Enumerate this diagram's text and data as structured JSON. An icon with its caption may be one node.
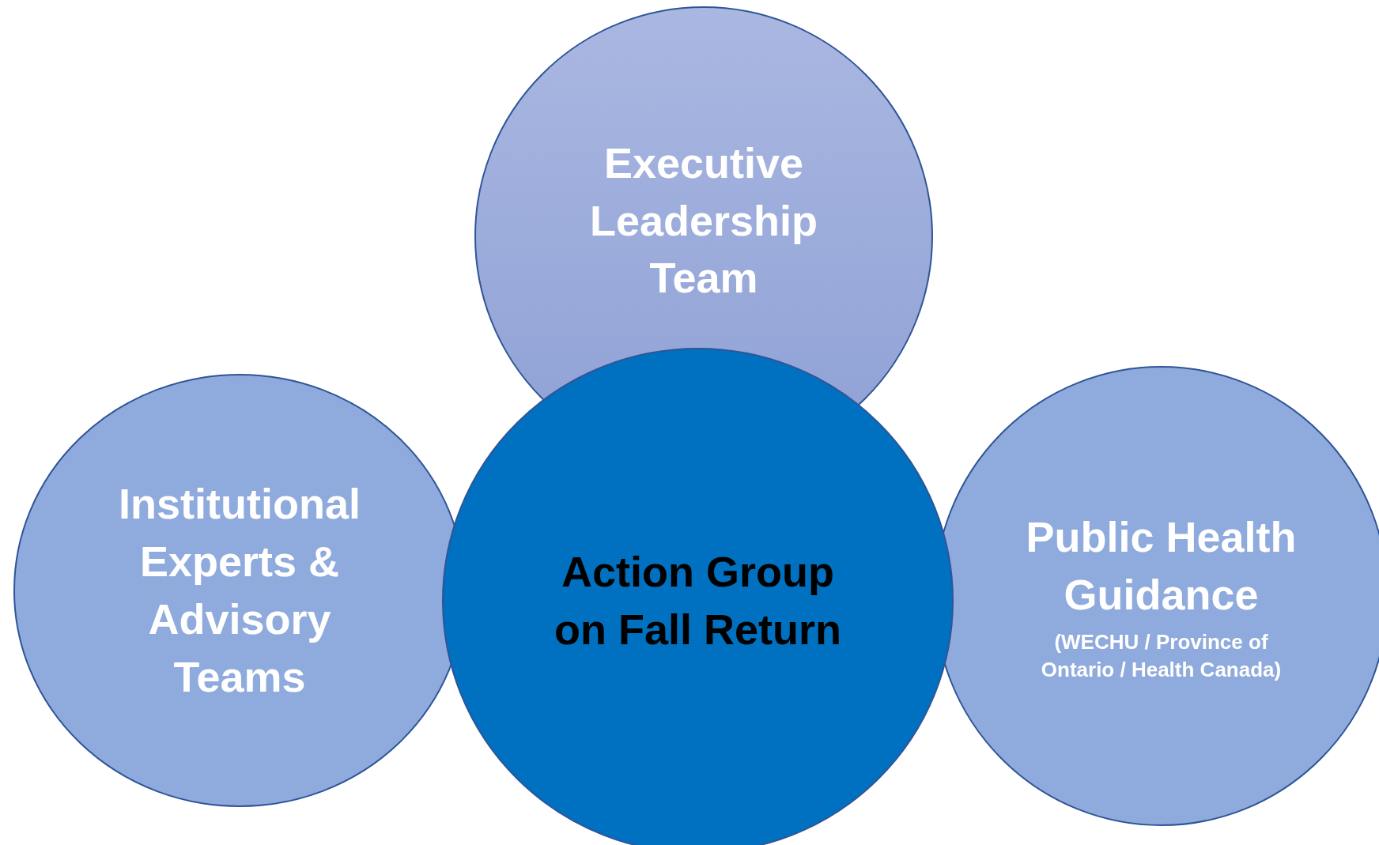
{
  "diagram": {
    "nodes": [
      {
        "text": [
          "Executive Leadership Team"
        ]
      },
      {
        "text": [
          "Institutional Experts & Advisory Teams"
        ]
      },
      {
        "text": [
          "Action Group on Fall Return"
        ]
      },
      {
        "text": [
          "Public Health Guidance",
          "(WECHU / Province of Ontario / Health Canada)"
        ]
      }
    ],
    "edges": []
  }
}
